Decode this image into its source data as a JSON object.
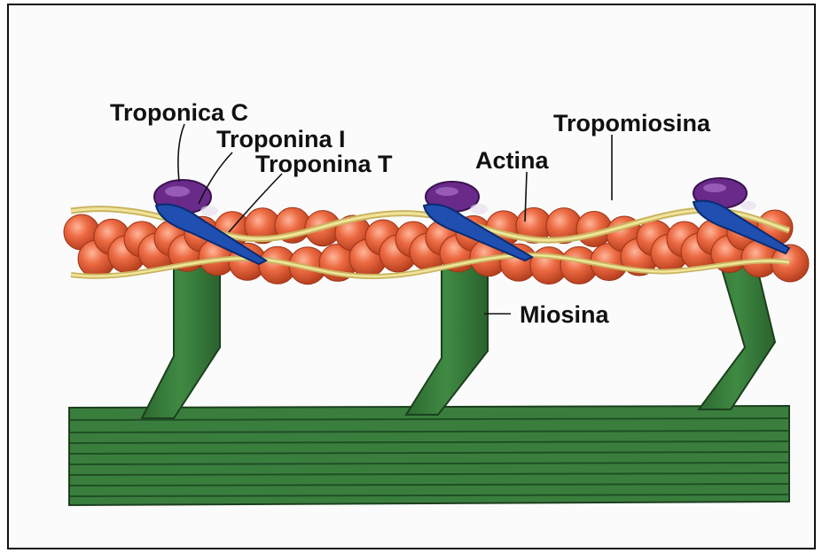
{
  "labels": {
    "troponin_c": "Troponica C",
    "troponin_i": "Troponina I",
    "troponin_t": "Troponina T",
    "actin": "Actina",
    "tropomyosin": "Tropomiosina",
    "myosin": "Miosina"
  },
  "colors": {
    "actin_fill": "#e8643a",
    "actin_edge": "#b8401f",
    "tropomyosin": "#e8d878",
    "myosin": "#3a7a3a",
    "myosin_dark": "#1f4f24",
    "troponin_c": "#6a2a8a",
    "troponin_blue": "#1f4fb0"
  }
}
